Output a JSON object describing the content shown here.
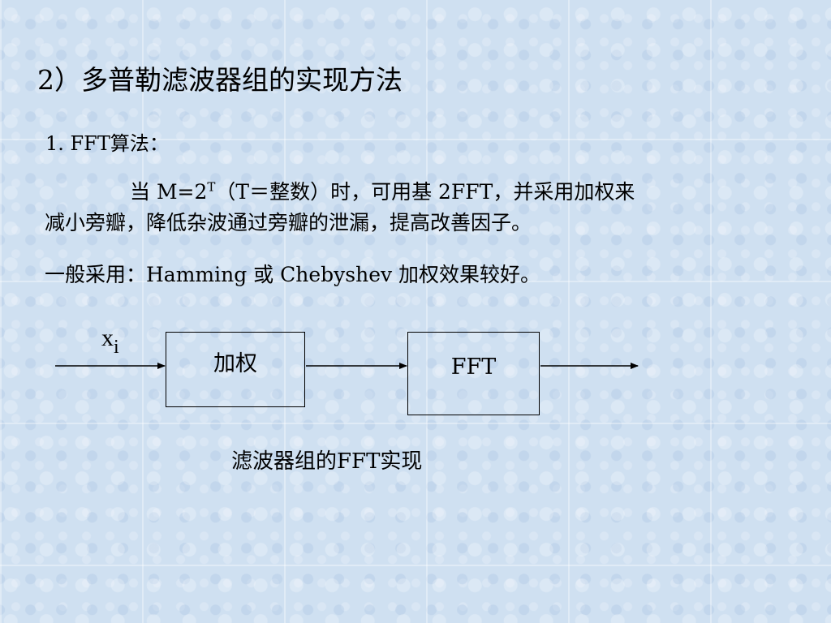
{
  "slide": {
    "title": "2）多普勒滤波器组的实现方法",
    "section_heading": "1. FFT算法：",
    "para1": {
      "prefix": "当 M=2",
      "exponent": "T",
      "suffix": "（T＝整数）时，可用基 2FFT，并采用加权来",
      "line2": "减小旁瓣，降低杂波通过旁瓣的泄漏，提高改善因子。"
    },
    "para2": "一般采用：Hamming 或 Chebyshev 加权效果较好。"
  },
  "diagram": {
    "input_symbol": "x",
    "input_subscript": "i",
    "blocks": [
      {
        "label": "加权"
      },
      {
        "label": "FFT"
      }
    ],
    "caption": "滤波器组的FFT实现"
  }
}
